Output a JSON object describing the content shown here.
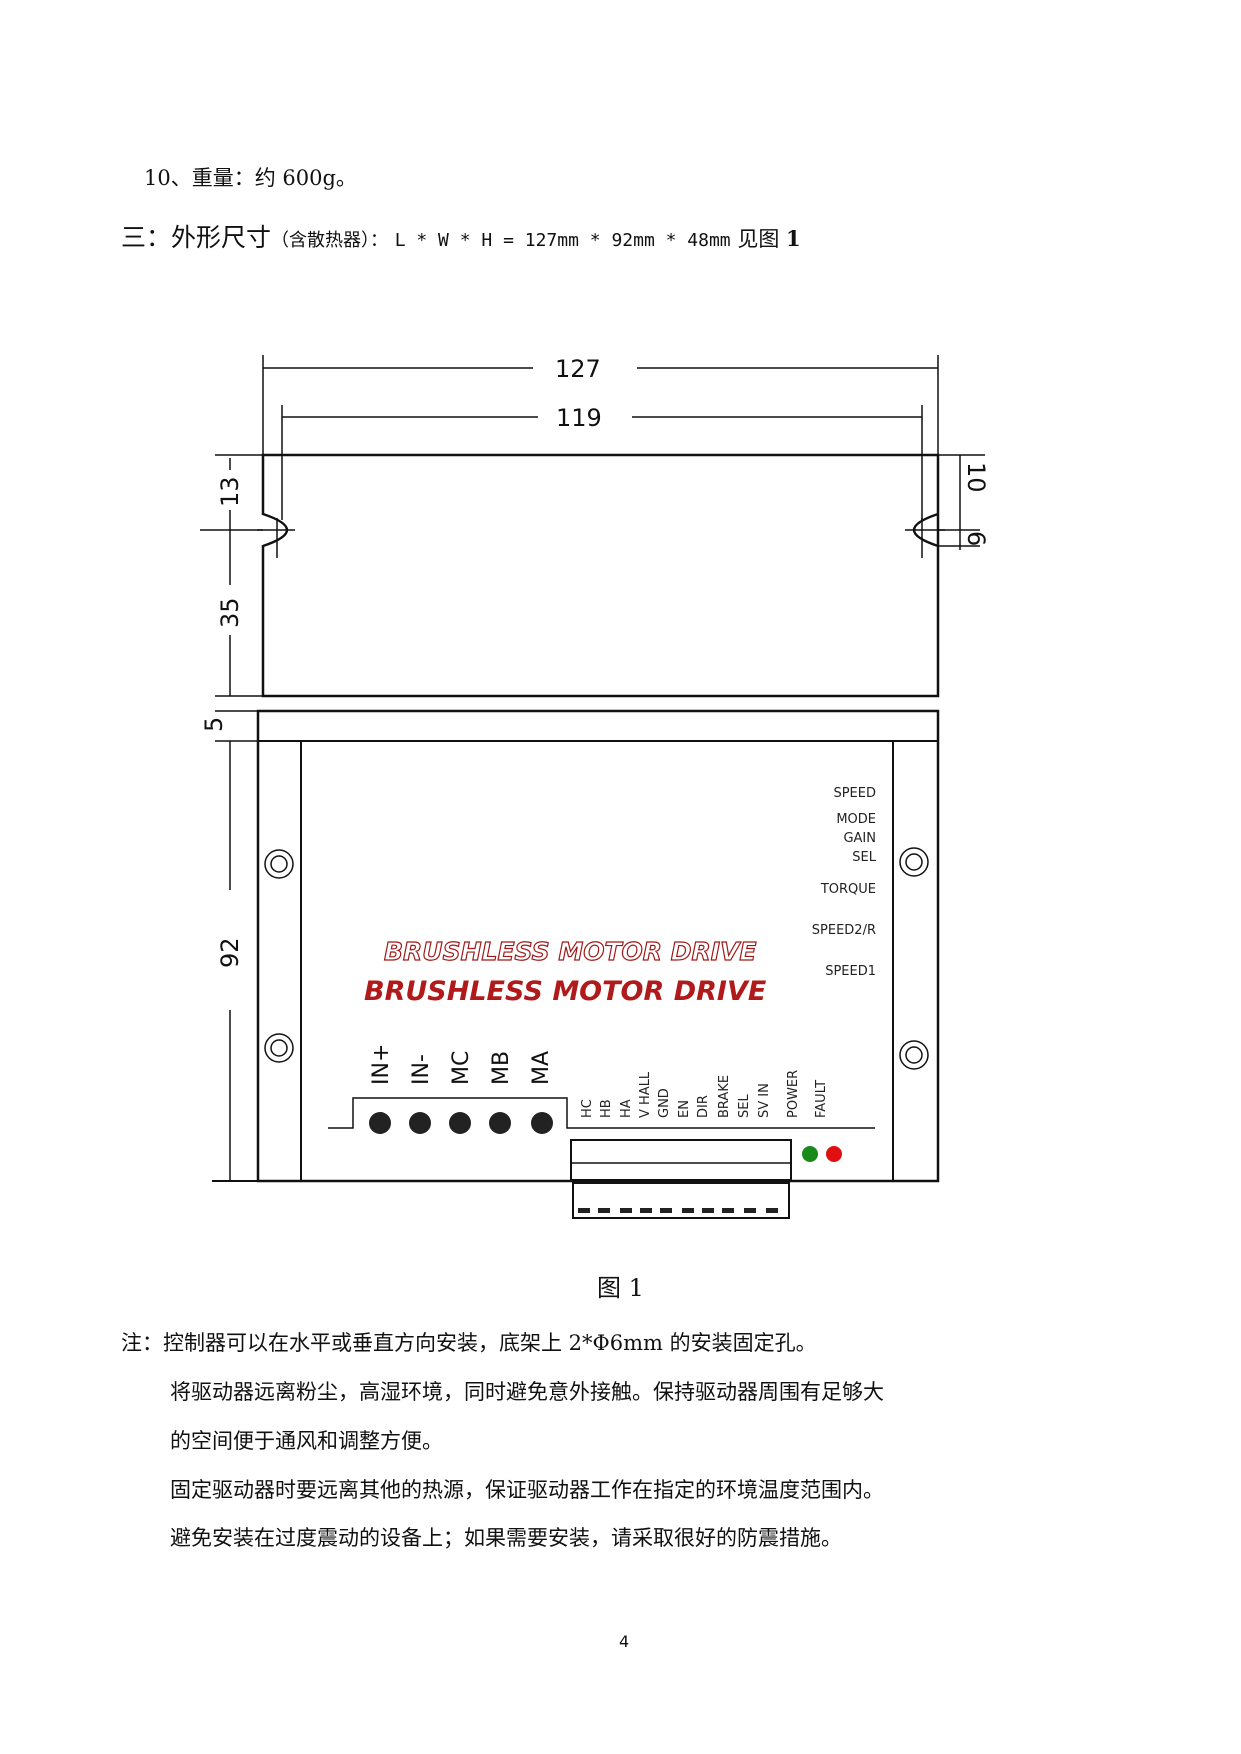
{
  "section10": "10、重量：约 600g。",
  "section3": {
    "title": "三：外形尺寸",
    "paren": "（含散热器）：",
    "formula": "L * W * H = 127mm * 92mm * 48mm",
    "see": "见图",
    "fig": "1"
  },
  "figure": {
    "dims": {
      "d127": "127",
      "d119": "119",
      "d13": "13",
      "d35": "35",
      "d10": "10",
      "d6": "6",
      "d5": "5",
      "d92": "92"
    },
    "brand_outline": "BRUSHLESS MOTOR DRIVE",
    "brand": "BRUSHLESS MOTOR DRIVE",
    "switch_labels": [
      "SPEED",
      "MODE",
      "GAIN",
      "SEL",
      "TORQUE",
      "SPEED2/R",
      "SPEED1"
    ],
    "port_labels": [
      "IN+",
      "IN-",
      "MC",
      "MB",
      "MA"
    ],
    "terminal_labels": [
      "HC",
      "HB",
      "HA",
      "V HALL",
      "GND",
      "EN",
      "DIR",
      "BRAKE",
      "SEL",
      "SV IN"
    ],
    "led_labels": [
      "POWER",
      "FAULT"
    ],
    "led_colors": {
      "power": "#1a8a1a",
      "fault": "#e01010"
    },
    "caption": "图  1"
  },
  "notes": [
    "注：控制器可以在水平或垂直方向安装，底架上 2*Φ6mm  的安装固定孔。",
    "将驱动器远离粉尘，高湿环境，同时避免意外接触。保持驱动器周围有足够大",
    "的空间便于通风和调整方便。",
    "固定驱动器时要远离其他的热源，保证驱动器工作在指定的环境温度范围内。",
    "避免安装在过度震动的设备上；如果需要安装，请采取很好的防震措施。"
  ],
  "page_number": "4"
}
